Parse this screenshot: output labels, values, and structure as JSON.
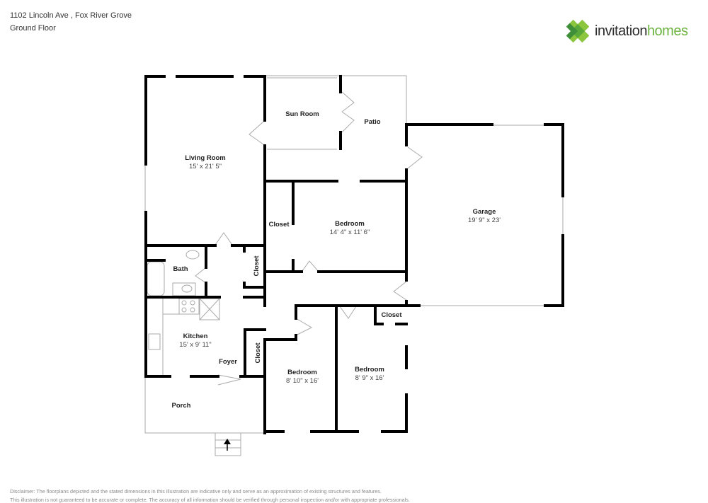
{
  "header": {
    "address": "1102 Lincoln Ave , Fox River Grove",
    "floor": "Ground Floor"
  },
  "logo": {
    "icon": "clover-logo-icon",
    "text_part1": "invitation",
    "text_part2": "homes",
    "colors": {
      "dark": "#2b2b2b",
      "green": "#6cb33f",
      "dark_green": "#3e8e3a"
    }
  },
  "rooms": {
    "living_room": {
      "name": "Living Room",
      "dims": "15' x 21' 5\""
    },
    "sun_room": {
      "name": "Sun Room"
    },
    "patio": {
      "name": "Patio"
    },
    "garage": {
      "name": "Garage",
      "dims": "19' 9\" x 23'"
    },
    "closet_1": {
      "name": "Closet"
    },
    "bedroom_1": {
      "name": "Bedroom",
      "dims": "14' 4\" x 11' 6\""
    },
    "bath": {
      "name": "Bath"
    },
    "closet_2": {
      "name": "Closet"
    },
    "kitchen": {
      "name": "Kitchen",
      "dims": "15' x 9' 11\""
    },
    "foyer": {
      "name": "Foyer"
    },
    "closet_3": {
      "name": "Closet"
    },
    "bedroom_2": {
      "name": "Bedroom",
      "dims": "8' 10\" x 16'"
    },
    "closet_4": {
      "name": "Closet"
    },
    "bedroom_3": {
      "name": "Bedroom",
      "dims": "8' 9\" x 16'"
    },
    "porch": {
      "name": "Porch"
    }
  },
  "disclaimer": {
    "line1": "Disclaimer: The floorplans depicted and the stated dimensions in this illustration are indicative only and serve as an approximation of existing structures and features.",
    "line2": "This illustration is not guaranteed to be accurate or complete. The accuracy of all information should be verified through personal inspection and/or with appropriate professionals."
  }
}
